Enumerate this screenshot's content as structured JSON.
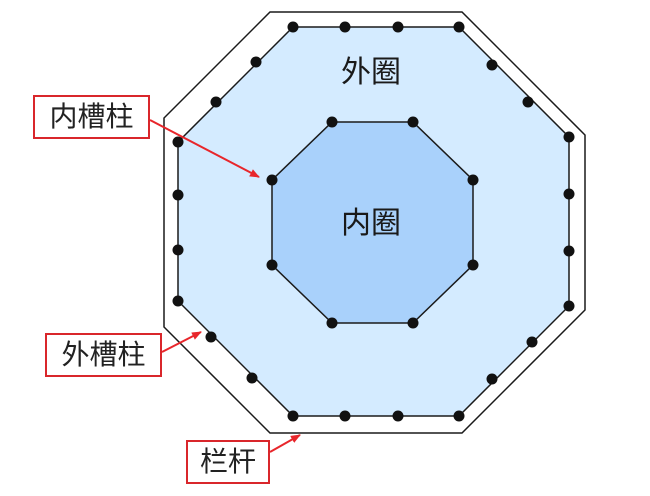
{
  "labels": {
    "inner_ring": "内圈",
    "outer_ring": "外圈",
    "inner_column": "内槽柱",
    "outer_column": "外槽柱",
    "railing": "栏杆"
  },
  "colors": {
    "outer_fill": "#d4ebff",
    "inner_fill": "#a9d1fb",
    "outline": "#1a1a1a",
    "callout": "#e8262b",
    "dot": "#111111"
  }
}
